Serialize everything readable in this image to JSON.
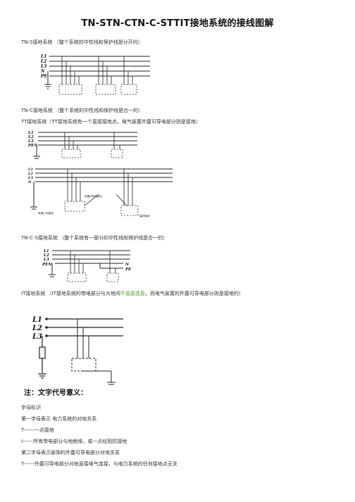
{
  "title": "TN-STN-CTN-C-STTIT接地系统的接线图解",
  "sections": [
    {
      "text": "TN-S接地系统 （整个系统的中性线和保护线是分开的）"
    },
    {
      "text": "TN-C接地系统 （整个系统的中性线和保护线是合一的）"
    },
    {
      "text": "TT接地系统（TT接地系统有一个直接接地点，电气装置外露可导电部分则是接地）"
    },
    {
      "text": "TN-C-S接地系统 （整个系统有一部分的中性线和保护线是合一的）"
    },
    {
      "text_before": "IT接地系统 （IT接地系统的带电部分与大地间",
      "highlight": "不直接连接",
      "text_after": "，而电气装置的外露可导电部分则是接地的）"
    }
  ],
  "diagram_labels": {
    "tns": [
      "L1",
      "L2",
      "L3",
      "N",
      "PE"
    ],
    "tt_top": [
      "L1",
      "L2",
      "L3",
      "PEN"
    ],
    "tt_bottom": [
      "L1",
      "L2",
      "L3",
      "N"
    ],
    "tt_notes": [
      "外露可导电部分",
      "电源工作接地",
      "保护接地"
    ],
    "tncs": [
      "L1",
      "L2",
      "L3",
      "PEN",
      "N",
      "PE"
    ],
    "it": [
      "L1",
      "L2",
      "L3"
    ]
  },
  "note": "注：文字代号意义：",
  "legend_lines": [
    "字母标识",
    "第一字母表示 电力系统的对地关系",
    "T------一点接地",
    "I------所有带电部分与地绝缘，或一点经阻抗接地",
    "第二字母表示装饰的外露可导电部分对地关系",
    "T------外露可导电部分对地直接电气连接，与电力系统的任何接地点无关"
  ]
}
